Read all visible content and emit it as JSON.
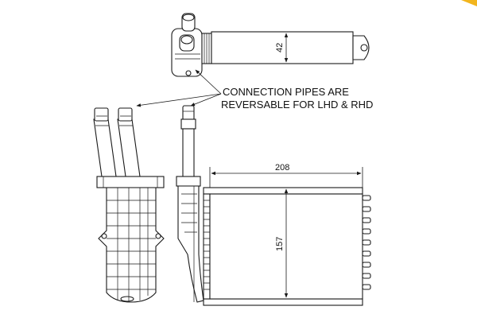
{
  "annotation": {
    "line1": "CONNECTION PIPES ARE",
    "line2": "REVERSABLE FOR LHD & RHD"
  },
  "dimensions": {
    "pipe_diameter": "42",
    "core_width": "208",
    "core_height": "157"
  },
  "colors": {
    "line": "#1a1a1a",
    "brand_mark": "#f2b51d"
  }
}
